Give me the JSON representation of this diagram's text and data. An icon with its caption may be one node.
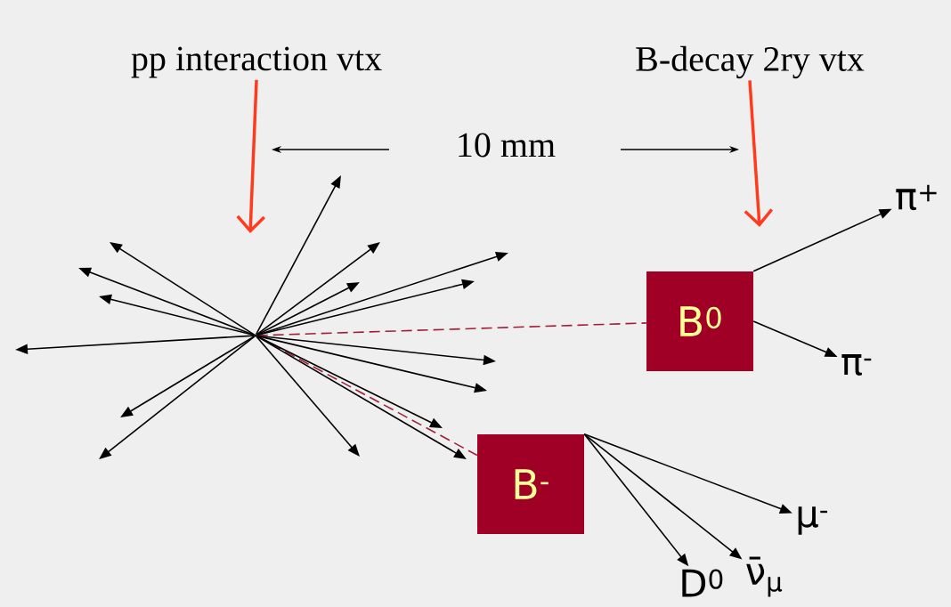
{
  "diagram": {
    "nodes": [
      {
        "text": [
          "pp interaction vtx"
        ]
      },
      {
        "text": [
          "B-decay 2ry vtx"
        ]
      },
      {
        "text": [],
        "shape": "point"
      },
      {
        "text": [
          "B$^{0}$"
        ]
      },
      {
        "text": [
          "B$^{-}$"
        ]
      },
      {
        "text": [
          "π$^{+}$"
        ]
      },
      {
        "text": [
          "π$^{-}$"
        ]
      },
      {
        "text": [
          "μ$^{-}$"
        ]
      },
      {
        "text": [
          "ν̄$_{μ}$"
        ]
      },
      {
        "text": [
          "D$^{0}$"
        ]
      }
    ],
    "edges": [
      {
        "from": 0,
        "to": null,
        "arrow": "to",
        "color": "#ff3b1f",
        "style": "thick"
      },
      {
        "from": 1,
        "to": null,
        "arrow": "to",
        "color": "#ff3b1f",
        "style": "thick"
      },
      {
        "from": 2,
        "to": 3,
        "arrow": "none",
        "style": "dashed",
        "color": "#a0203a"
      },
      {
        "from": 2,
        "to": 4,
        "arrow": "none",
        "style": "dashed",
        "color": "#a0203a"
      },
      {
        "from": 3,
        "to": 5,
        "arrow": "to"
      },
      {
        "from": 3,
        "to": 6,
        "arrow": "to"
      },
      {
        "from": 4,
        "to": 7,
        "arrow": "to"
      },
      {
        "from": 4,
        "to": 8,
        "arrow": "to"
      },
      {
        "from": 4,
        "to": 9,
        "arrow": "to"
      },
      {
        "from": 2,
        "to": null,
        "arrow": "to"
      },
      {
        "from": 2,
        "to": null,
        "arrow": "to"
      },
      {
        "from": 2,
        "to": null,
        "arrow": "to"
      },
      {
        "from": 2,
        "to": null,
        "arrow": "to"
      },
      {
        "from": 2,
        "to": null,
        "arrow": "to"
      },
      {
        "from": 2,
        "to": null,
        "arrow": "to"
      },
      {
        "from": 2,
        "to": null,
        "arrow": "to"
      },
      {
        "from": 2,
        "to": null,
        "arrow": "to"
      },
      {
        "from": 2,
        "to": null,
        "arrow": "to"
      },
      {
        "from": 2,
        "to": null,
        "arrow": "to"
      },
      {
        "from": 2,
        "to": null,
        "arrow": "to"
      },
      {
        "from": 2,
        "to": null,
        "arrow": "to"
      },
      {
        "from": 2,
        "to": null,
        "arrow": "to"
      },
      {
        "from": 2,
        "to": null,
        "arrow": "to"
      },
      {
        "from": 2,
        "to": null,
        "arrow": "to"
      },
      {
        "from": 2,
        "to": null,
        "arrow": "to"
      }
    ],
    "labels": [
      "10 mm"
    ]
  }
}
